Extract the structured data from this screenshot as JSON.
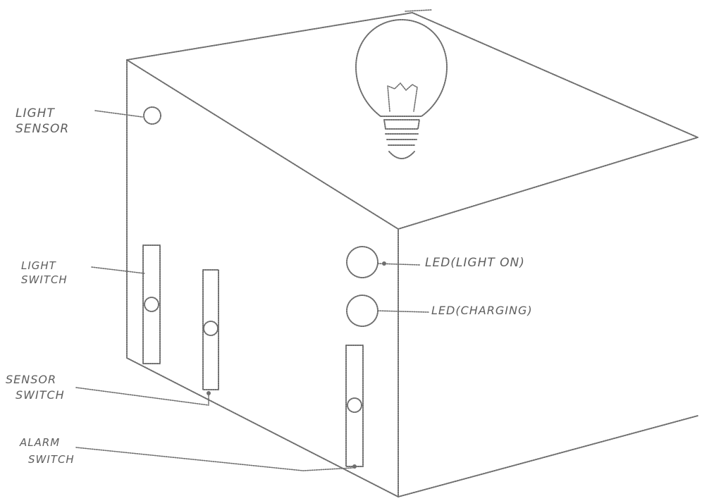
{
  "labels": {
    "light_sensor": [
      "LIGHT",
      "SENSOR"
    ],
    "light_switch": [
      "LIGHT",
      "SWITCH"
    ],
    "sensor_switch": [
      "SENSOR",
      "SWITCH"
    ],
    "alarm_switch": [
      "ALARM",
      "SWITCH"
    ],
    "led_light_on": "LED(LIGHT ON)",
    "led_charging": "LED(CHARGING)"
  },
  "colors": {
    "stroke": "#6e6e6e",
    "text": "#5e5e5e",
    "background": "#ffffff"
  }
}
